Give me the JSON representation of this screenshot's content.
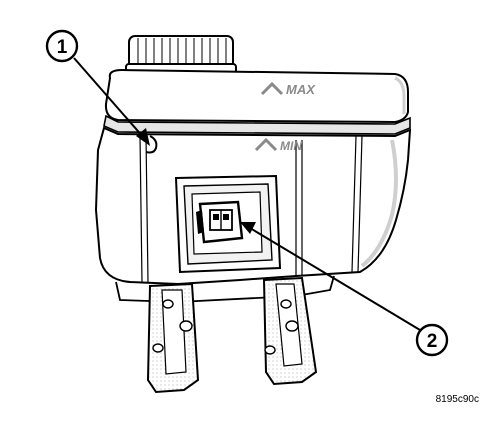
{
  "reservoir": {
    "max_mark": "MAX",
    "min_mark": "MIN"
  },
  "callouts": [
    {
      "number": "1"
    },
    {
      "number": "2"
    }
  ],
  "figure_code": "8195c90c",
  "colors": {
    "line": "#000000",
    "shade": "#cfcfcf",
    "mark": "#8a8a8a"
  }
}
